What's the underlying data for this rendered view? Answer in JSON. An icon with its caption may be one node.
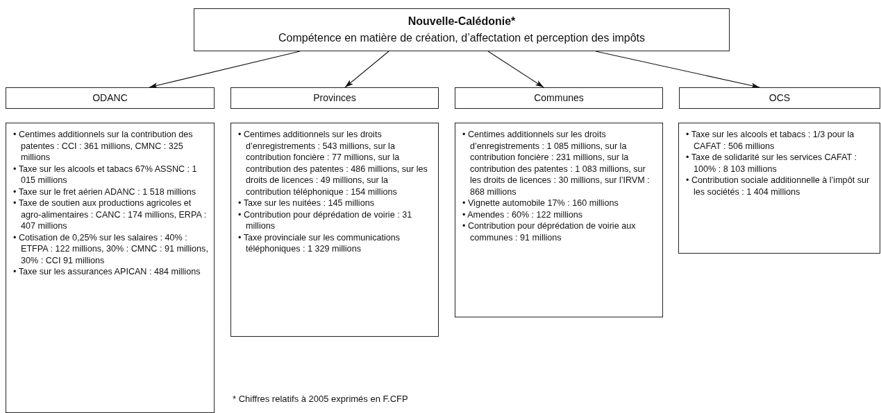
{
  "diagram": {
    "nodes": [
      {
        "text": [
          "Nouvelle-Calédonie*",
          "Compétence en matière de création, d’affectation et perception des impôts"
        ]
      },
      {
        "text": [
          "ODANC"
        ]
      },
      {
        "text": [
          "Provinces"
        ]
      },
      {
        "text": [
          "Communes"
        ]
      },
      {
        "text": [
          "OCS"
        ]
      },
      {
        "text": [
          "• Centimes additionnels sur la contribution des patentes : CCI : 361 millions, CMNC : 325 millions",
          "• Taxe sur les alcools et tabacs 67% ASSNC : 1 015 millions",
          "• Taxe sur le fret aérien ADANC : 1 518 millions",
          "• Taxe de soutien aux productions agricoles et agro-alimentaires : CANC : 174 millions, ERPA : 407 millions",
          "• Cotisation de 0,25% sur les salaires : 40% : ETFPA : 122 millions, 30% : CMNC : 91 millions, 30% : CCI 91 millions",
          "• Taxe sur les assurances APICAN : 484 millions"
        ]
      },
      {
        "text": [
          "• Centimes additionnels sur les droits d’enregistrements : 543 millions, sur la contribution foncière : 77 millions, sur la contribution des patentes : 486 millions, sur les droits de licences : 49 millions, sur la contribution téléphonique : 154 millions",
          "• Taxe sur les nuitées : 145 millions",
          "• Contribution pour déprédation de voirie : 31 millions",
          "• Taxe provinciale sur les communications téléphoniques : 1 329 millions"
        ]
      },
      {
        "text": [
          "• Centimes additionnels sur les droits d’enregistrements : 1 085 millions, sur la contribution foncière : 231 millions, sur la contribution des patentes : 1 083 millions, sur les droits de licences : 30 millions, sur l’IRVM : 868 millions",
          "• Vignette automobile 17% : 160 millions",
          "• Amendes : 60% : 122 millions",
          "• Contribution pour déprédation de voirie aux communes : 91 millions"
        ]
      },
      {
        "text": [
          "• Taxe sur les alcools et tabacs : 1/3 pour la CAFAT : 506 millions",
          "• Taxe de solidarité sur les services CAFAT : 100% : 8 103 millions",
          "• Contribution sociale additionnelle à l’impôt sur les sociétés : 1 404 millions"
        ]
      }
    ],
    "edges": [
      {
        "from": 0,
        "to": 1,
        "arrow": "to"
      },
      {
        "from": 0,
        "to": 2,
        "arrow": "to"
      },
      {
        "from": 0,
        "to": 3,
        "arrow": "to"
      },
      {
        "from": 0,
        "to": 4,
        "arrow": "to"
      }
    ],
    "labels": [
      "* Chiffres relatifs à 2005 exprimés en F.CFP"
    ]
  }
}
